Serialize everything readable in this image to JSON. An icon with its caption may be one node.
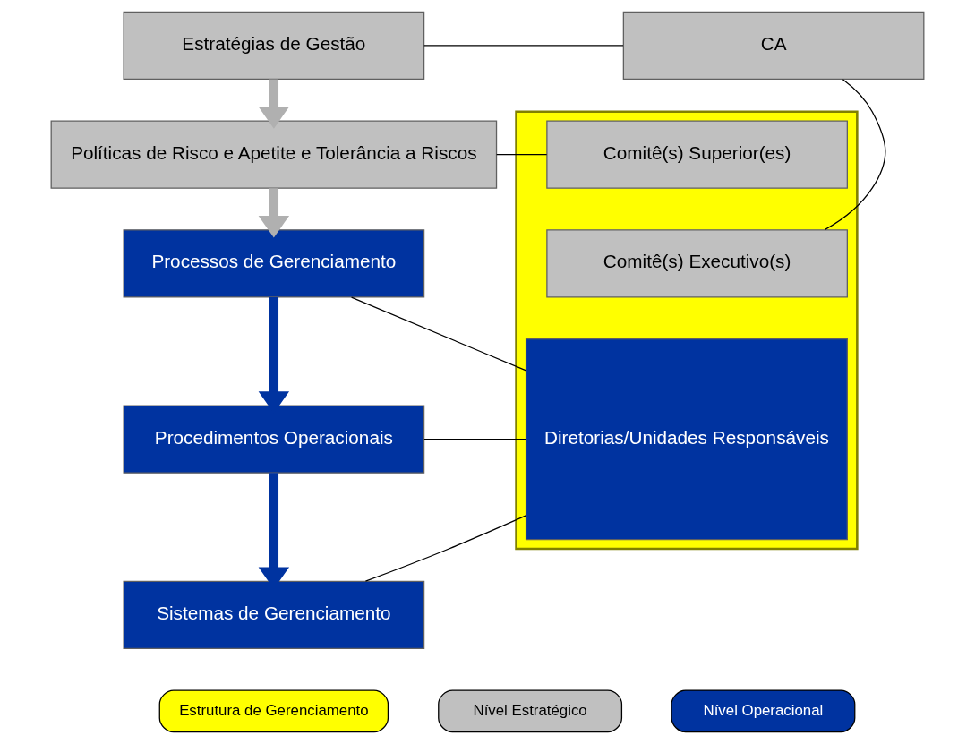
{
  "diagram": {
    "nodes": [
      {
        "text": [
          "Estratégias de Gestão"
        ]
      },
      {
        "text": [
          "Políticas de Risco e Apetite e Tolerância a Riscos"
        ]
      },
      {
        "text": [
          "Processos de Gerenciamento"
        ]
      },
      {
        "text": [
          "Procedimentos Operacionais"
        ]
      },
      {
        "text": [
          "Sistemas de Gerenciamento"
        ]
      },
      {
        "text": [
          "CA"
        ]
      },
      {
        "text": [],
        "shape": "box"
      },
      {
        "text": [
          "Comitê(s) Superior(es)"
        ],
        "in": 6
      },
      {
        "text": [
          "Comitê(s) Executivo(s)"
        ],
        "in": 6
      },
      {
        "text": [
          "Diretorias/Unidades Responsáveis"
        ],
        "in": 6
      }
    ],
    "edges": [
      {
        "from": 0,
        "to": 1,
        "arrow": "to",
        "style": "thick",
        "color": "#b0b0b0"
      },
      {
        "from": 1,
        "to": 2,
        "arrow": "to",
        "style": "thick",
        "color": "#b0b0b0"
      },
      {
        "from": 2,
        "to": 3,
        "arrow": "to",
        "style": "thick",
        "color": "#0033a0"
      },
      {
        "from": 3,
        "to": 4,
        "arrow": "to",
        "style": "thick",
        "color": "#0033a0"
      },
      {
        "from": 0,
        "to": 5,
        "arrow": "none"
      },
      {
        "from": 1,
        "to": 7,
        "arrow": "none"
      },
      {
        "from": 5,
        "to": 8,
        "arrow": "none"
      },
      {
        "from": 2,
        "to": 9,
        "arrow": "none"
      },
      {
        "from": 3,
        "to": 9,
        "arrow": "none"
      },
      {
        "from": 4,
        "to": 9,
        "arrow": "none"
      }
    ],
    "legend": [
      {
        "text": "Estrutura de Gerenciamento",
        "color": "#ffff00"
      },
      {
        "text": "Nível Estratégico",
        "color": "#c0c0c0"
      },
      {
        "text": "Nível Operacional",
        "color": "#0033a0"
      }
    ]
  }
}
